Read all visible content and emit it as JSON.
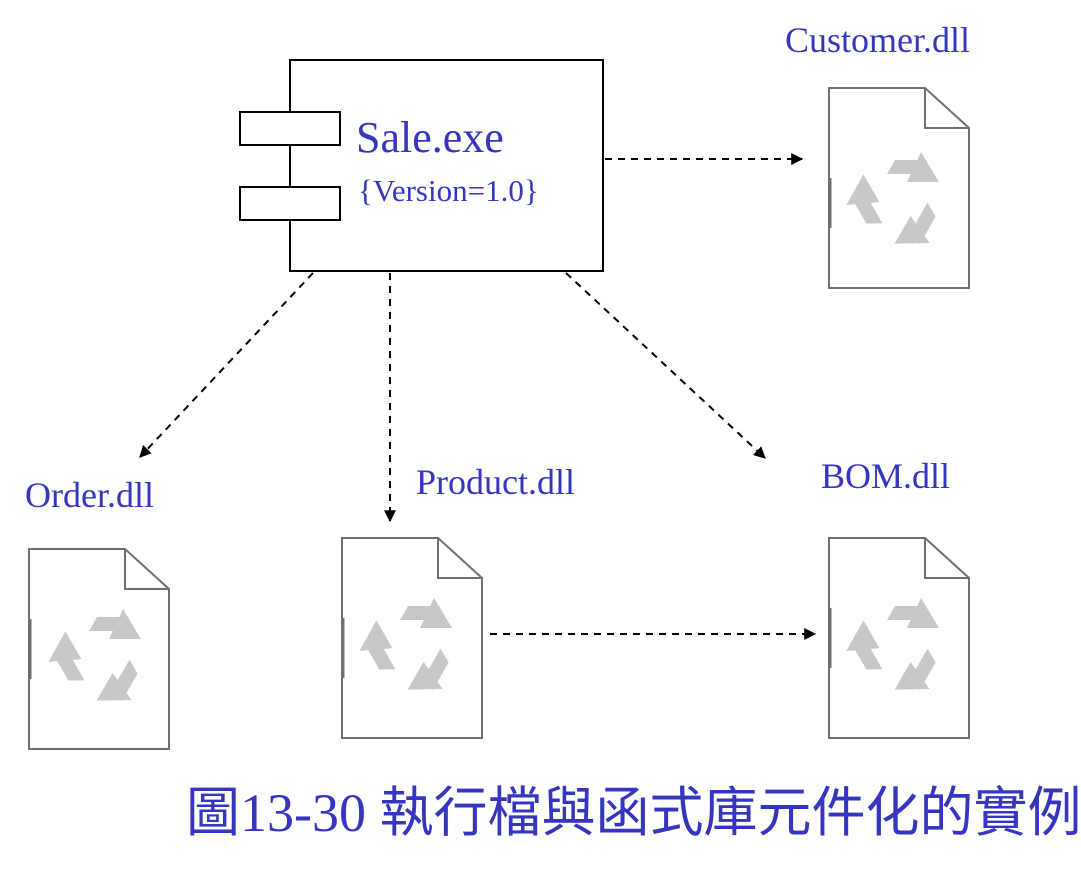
{
  "component": {
    "name": "Sale.exe",
    "version": "{Version=1.0}"
  },
  "files": [
    {
      "key": "customer",
      "label": "Customer.dll",
      "icon": "recycle-icon"
    },
    {
      "key": "order",
      "label": "Order.dll",
      "icon": "recycle-icon"
    },
    {
      "key": "product",
      "label": "Product.dll",
      "icon": "recycle-icon"
    },
    {
      "key": "bom",
      "label": "BOM.dll",
      "icon": "recycle-icon"
    }
  ],
  "caption": "圖13-30 執行檔與函式庫元件化的實例",
  "colors": {
    "text": "#3535c0",
    "outline": "#000000",
    "file_outline": "#707070",
    "recycle": "#c8c8c8"
  }
}
